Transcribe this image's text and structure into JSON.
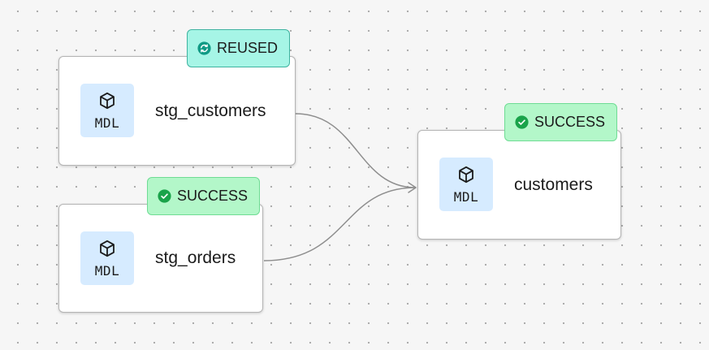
{
  "graph": {
    "nodes": [
      {
        "id": "stg_customers",
        "name": "stg_customers",
        "type_label": "MDL",
        "type_icon": "cube-icon",
        "status": "REUSED",
        "status_icon": "refresh-icon"
      },
      {
        "id": "stg_orders",
        "name": "stg_orders",
        "type_label": "MDL",
        "type_icon": "cube-icon",
        "status": "SUCCESS",
        "status_icon": "check-circle-icon"
      },
      {
        "id": "customers",
        "name": "customers",
        "type_label": "MDL",
        "type_icon": "cube-icon",
        "status": "SUCCESS",
        "status_icon": "check-circle-icon"
      }
    ],
    "edges": [
      {
        "from": "stg_customers",
        "to": "customers"
      },
      {
        "from": "stg_orders",
        "to": "customers"
      }
    ]
  },
  "colors": {
    "canvas_bg": "#f6f6f6",
    "dot_grid": "#a9a9a9",
    "node_bg": "#ffffff",
    "node_border": "#b4b4b4",
    "type_chip_bg": "#d6ebff",
    "success_bg": "#b3f7c9",
    "success_border": "#6fdc94",
    "success_icon": "#1aa34a",
    "reused_bg": "#a6f5e6",
    "reused_border": "#3fb3a0",
    "reused_icon": "#109a85",
    "edge": "#8e8e8e"
  }
}
